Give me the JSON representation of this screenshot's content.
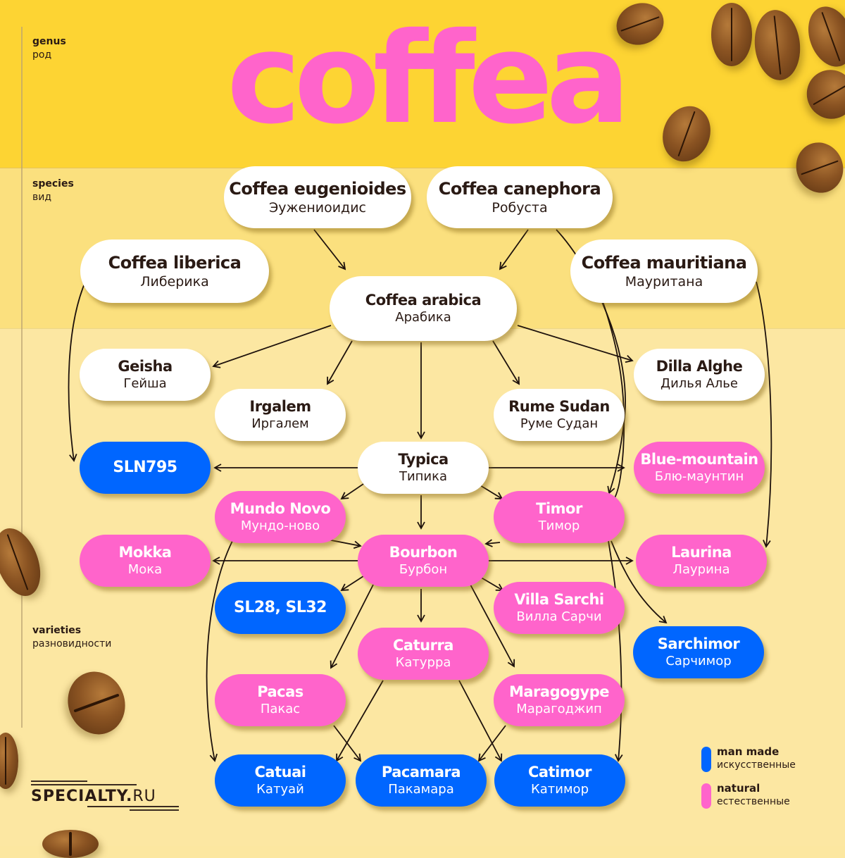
{
  "title": "coffea",
  "colors": {
    "genus_band": "#FDD433",
    "species_band": "#FBE07E",
    "varieties_band": "#FCE7A2",
    "title_pink": "#FF64CB",
    "natural_pink": "#FF64CB",
    "man_made_blue": "#0066FF",
    "species_white": "#FFFFFF",
    "text_dark": "#2A1A14"
  },
  "levels": {
    "genus": {
      "en": "genus",
      "ru": "род"
    },
    "species": {
      "en": "species",
      "ru": "вид"
    },
    "varieties": {
      "en": "varieties",
      "ru": "разновидности"
    }
  },
  "nodes": {
    "eugenioides": {
      "en": "Coffea eugenioides",
      "ru": "Эужениоидис",
      "type": "species"
    },
    "canephora": {
      "en": "Coffea canephora",
      "ru": "Робуста",
      "type": "species"
    },
    "liberica": {
      "en": "Coffea liberica",
      "ru": "Либерика",
      "type": "species"
    },
    "mauritiana": {
      "en": "Coffea mauritiana",
      "ru": "Мауритана",
      "type": "species"
    },
    "arabica": {
      "en": "Coffea arabica",
      "ru": "Арабика",
      "type": "species"
    },
    "geisha": {
      "en": "Geisha",
      "ru": "Гейша",
      "type": "heirloom"
    },
    "dilla_alghe": {
      "en": "Dilla Alghe",
      "ru": "Дилья Алье",
      "type": "heirloom"
    },
    "irgalem": {
      "en": "Irgalem",
      "ru": "Иргалем",
      "type": "heirloom"
    },
    "rume_sudan": {
      "en": "Rume Sudan",
      "ru": "Руме Судан",
      "type": "heirloom"
    },
    "typica": {
      "en": "Typica",
      "ru": "Типика",
      "type": "heirloom"
    },
    "sln795": {
      "en": "SLN795",
      "ru": "",
      "type": "man made"
    },
    "blue_mountain": {
      "en": "Blue-mountain",
      "ru": "Блю-маунтин",
      "type": "natural"
    },
    "mundo_novo": {
      "en": "Mundo Novo",
      "ru": "Мундо-ново",
      "type": "natural"
    },
    "timor": {
      "en": "Timor",
      "ru": "Тимор",
      "type": "natural"
    },
    "mokka": {
      "en": "Mokka",
      "ru": "Мока",
      "type": "natural"
    },
    "bourbon": {
      "en": "Bourbon",
      "ru": "Бурбон",
      "type": "natural"
    },
    "laurina": {
      "en": "Laurina",
      "ru": "Лаурина",
      "type": "natural"
    },
    "sl28_sl32": {
      "en": "SL28, SL32",
      "ru": "",
      "type": "man made"
    },
    "villa_sarchi": {
      "en": "Villa Sarchi",
      "ru": "Вилла Сарчи",
      "type": "natural"
    },
    "caturra": {
      "en": "Caturra",
      "ru": "Катурра",
      "type": "natural"
    },
    "sarchimor": {
      "en": "Sarchimor",
      "ru": "Сарчимор",
      "type": "man made"
    },
    "pacas": {
      "en": "Pacas",
      "ru": "Пакас",
      "type": "natural"
    },
    "maragogype": {
      "en": "Maragogype",
      "ru": "Марагоджип",
      "type": "natural"
    },
    "catuai": {
      "en": "Catuai",
      "ru": "Катуай",
      "type": "man made"
    },
    "pacamara": {
      "en": "Pacamara",
      "ru": "Пакамара",
      "type": "man made"
    },
    "catimor": {
      "en": "Catimor",
      "ru": "Катимор",
      "type": "man made"
    }
  },
  "edges": [
    [
      "eugenioides",
      "arabica"
    ],
    [
      "canephora",
      "arabica"
    ],
    [
      "canephora",
      "timor"
    ],
    [
      "liberica",
      "sln795"
    ],
    [
      "mauritiana",
      "laurina"
    ],
    [
      "arabica",
      "geisha"
    ],
    [
      "arabica",
      "irgalem"
    ],
    [
      "arabica",
      "typica"
    ],
    [
      "arabica",
      "rume_sudan"
    ],
    [
      "arabica",
      "dilla_alghe"
    ],
    [
      "typica",
      "sln795"
    ],
    [
      "typica",
      "blue_mountain"
    ],
    [
      "typica",
      "mundo_novo"
    ],
    [
      "typica",
      "timor"
    ],
    [
      "typica",
      "bourbon"
    ],
    [
      "mundo_novo",
      "bourbon"
    ],
    [
      "mundo_novo",
      "catuai"
    ],
    [
      "timor",
      "bourbon"
    ],
    [
      "timor",
      "sarchimor"
    ],
    [
      "timor",
      "catimor"
    ],
    [
      "bourbon",
      "mokka"
    ],
    [
      "bourbon",
      "laurina"
    ],
    [
      "bourbon",
      "sl28_sl32"
    ],
    [
      "bourbon",
      "villa_sarchi"
    ],
    [
      "bourbon",
      "caturra"
    ],
    [
      "bourbon",
      "pacas"
    ],
    [
      "bourbon",
      "maragogype"
    ],
    [
      "caturra",
      "catuai"
    ],
    [
      "caturra",
      "catimor"
    ],
    [
      "pacas",
      "pacamara"
    ],
    [
      "maragogype",
      "pacamara"
    ]
  ],
  "legend": [
    {
      "en": "man made",
      "ru": "искусственные",
      "color": "#0066FF"
    },
    {
      "en": "natural",
      "ru": "естественные",
      "color": "#FF64CB"
    }
  ],
  "logo": {
    "main": "SPECIALTY.",
    "suffix": "RU"
  }
}
